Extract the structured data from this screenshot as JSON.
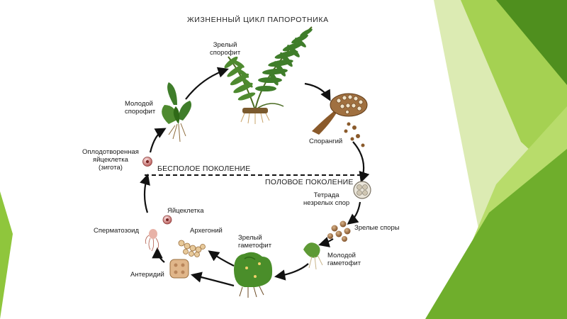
{
  "title": "ЖИЗНЕННЫЙ ЦИКЛ ПАПОРОТНИКА",
  "generations": {
    "asexual": "БЕСПОЛОЕ ПОКОЛЕНИЕ",
    "sexual": "ПОЛОВОЕ ПОКОЛЕНИЕ"
  },
  "stages": {
    "mature_sporophyte": [
      "Зрелый",
      "спорофит"
    ],
    "sporangium": [
      "Спорангий"
    ],
    "tetrad": [
      "Тетрада",
      "незрелых спор"
    ],
    "mature_spores": [
      "Зрелые споры"
    ],
    "young_gametophyte": [
      "Молодой",
      "гаметофит"
    ],
    "mature_gametophyte": [
      "Зрелый",
      "гаметофит"
    ],
    "archegonium": [
      "Архегоний"
    ],
    "egg": [
      "Яйцеклетка"
    ],
    "spermatozoid": [
      "Сперматозоид"
    ],
    "antheridium": [
      "Антеридий"
    ],
    "zygote": [
      "Оплодотворенная",
      "яйцеклетка",
      "(зигота)"
    ],
    "young_sporophyte": [
      "Молодой",
      "спорофит"
    ]
  },
  "colors": {
    "slide_bg": "#ffffff",
    "green_light": "#c5e07a",
    "green_mid": "#92c93a",
    "green_dark": "#4f8f1e",
    "leaf_green": "#3f7d2a",
    "spore_brown": "#8a5a2b",
    "arrow": "#111111"
  }
}
